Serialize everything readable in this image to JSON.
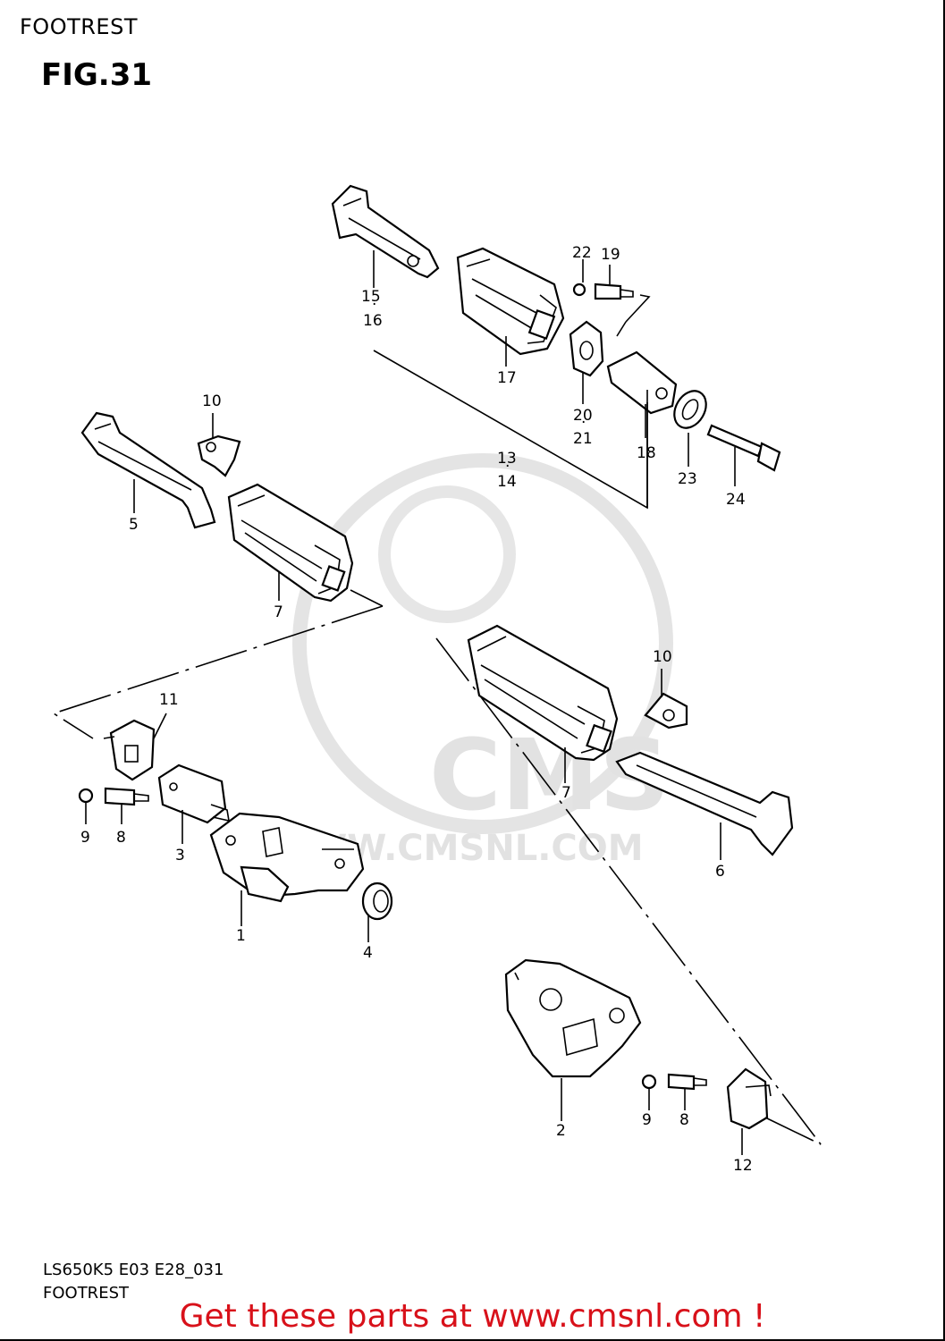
{
  "header": {
    "title": "FOOTREST",
    "figure": "FIG.31"
  },
  "watermark": {
    "brand": "CMS",
    "url": "WWW.CMSNL.COM"
  },
  "callouts": {
    "p1": "1",
    "p2": "2",
    "p3": "3",
    "p4": "4",
    "p5": "5",
    "p6": "6",
    "p7a": "7",
    "p7b": "7",
    "p8a": "8",
    "p8b": "8",
    "p9a": "9",
    "p9b": "9",
    "p10a": "10",
    "p10b": "10",
    "p11": "11",
    "p12": "12",
    "p13": "13",
    "p14": "14",
    "p15": "15",
    "p16": "16",
    "p17": "17",
    "p18": "18",
    "p19": "19",
    "p20": "20",
    "p21": "21",
    "p22": "22",
    "p23": "23",
    "p24": "24"
  },
  "footer": {
    "code": "LS650K5 E03 E28_031",
    "title": "FOOTREST",
    "cta": "Get these parts at www.cmsnl.com !",
    "cta_color": "#d8111a"
  }
}
